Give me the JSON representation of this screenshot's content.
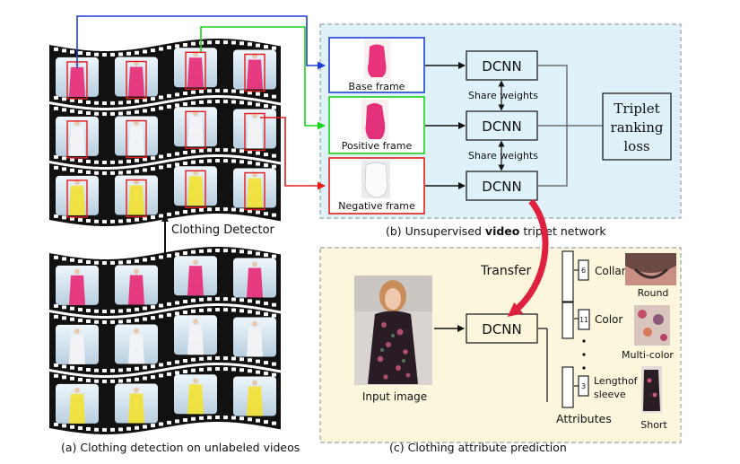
{
  "panel_b": {
    "base_frame": "Base frame",
    "positive_frame": "Positive frame",
    "negative_frame": "Negative frame",
    "dcnn": "DCNN",
    "share_weights": "Share weights",
    "loss_line1": "Triplet",
    "loss_line2": "ranking",
    "loss_line3": "loss",
    "caption_prefix": "(b)  Unsupervised ",
    "caption_bold": "video",
    "caption_suffix": " triplet network",
    "colors": {
      "base": "#1f3fd6",
      "positive": "#19d419",
      "negative": "#e21b1b",
      "panel_bg": "#dff1f9"
    }
  },
  "panel_a": {
    "detector_label": "Clothing Detector",
    "caption": "(a)  Clothing detection on unlabeled videos"
  },
  "panel_c": {
    "transfer_label": "Transfer",
    "input_image_label": "Input image",
    "dcnn": "DCNN",
    "attributes_label": "Attributes",
    "attr_collar_num": "6",
    "attr_collar": "Collar",
    "attr_collar_value": "Round",
    "attr_color_num": "11",
    "attr_color": "Color",
    "attr_color_value": "Multi-color",
    "attr_sleeve_num": "3",
    "attr_sleeve_line1": "Lengthof",
    "attr_sleeve_line2": "sleeve",
    "attr_sleeve_value": "Short",
    "caption": "(c)  Clothing attribute prediction",
    "colors": {
      "panel_bg": "#fbf6dc",
      "transfer_arrow": "#e0203f"
    }
  }
}
